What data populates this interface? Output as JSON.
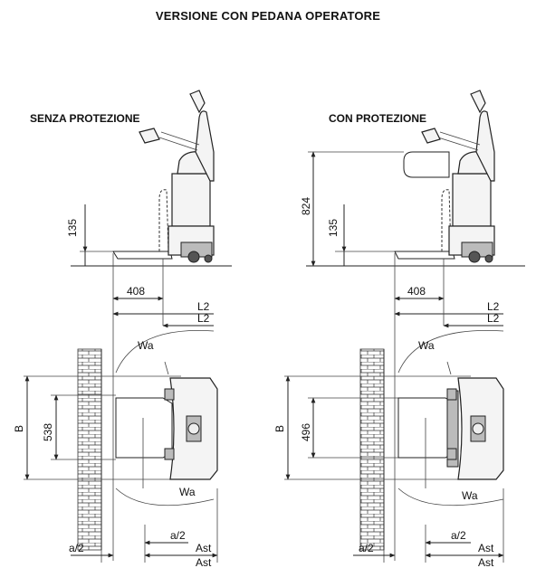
{
  "title": "VERSIONE CON PEDANA OPERATORE",
  "left_panel": {
    "label": "SENZA PROTEZIONE",
    "dim_height": "135",
    "dim_length": "408",
    "dim_L2_top": "L2",
    "dim_L2_bottom": "L2",
    "dim_Wa_top": "Wa",
    "dim_Wa_bottom": "Wa",
    "dim_B": "B",
    "dim_width": "538",
    "dim_a2_left": "a/2",
    "dim_a2_right": "a/2",
    "dim_Ast_top": "Ast",
    "dim_Ast_bottom": "Ast"
  },
  "right_panel": {
    "label": "CON PROTEZIONE",
    "dim_guard_height": "824",
    "dim_height": "135",
    "dim_length": "408",
    "dim_L2_top": "L2",
    "dim_L2_bottom": "L2",
    "dim_Wa_top": "Wa",
    "dim_Wa_bottom": "Wa",
    "dim_B": "B",
    "dim_width": "496",
    "dim_a2_left": "a/2",
    "dim_a2_right": "a/2",
    "dim_Ast_top": "Ast",
    "dim_Ast_bottom": "Ast"
  }
}
